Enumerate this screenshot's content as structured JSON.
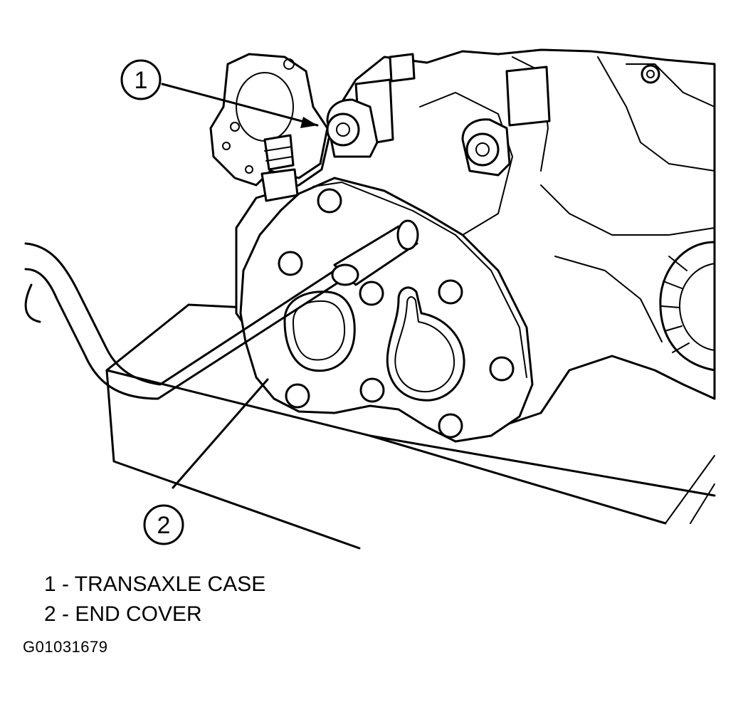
{
  "callouts": [
    {
      "number": "1"
    },
    {
      "number": "2"
    }
  ],
  "legend": [
    {
      "text": "1 - TRANSAXLE CASE"
    },
    {
      "text": "2 - END COVER"
    }
  ],
  "figure_id": "G01031679"
}
